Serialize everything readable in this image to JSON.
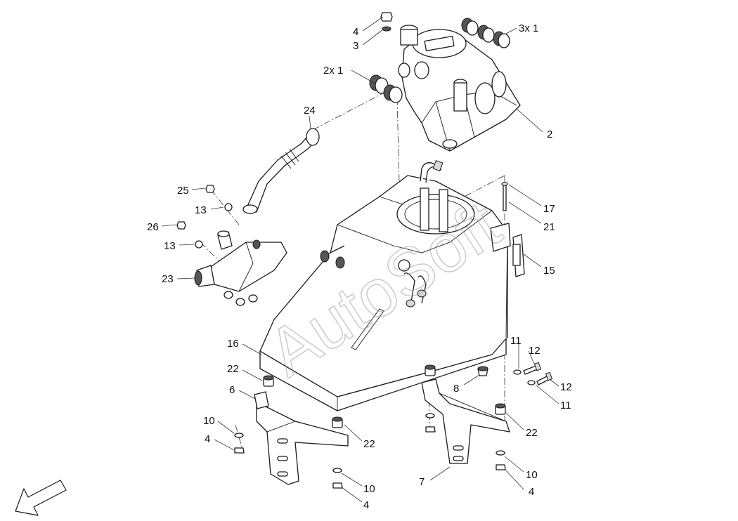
{
  "watermark": "AutoSoft",
  "callouts": {
    "c4a": "4",
    "c3": "3",
    "c3x1": "3x 1",
    "c2x1": "2x  1",
    "c2": "2",
    "c24": "24",
    "c25": "25",
    "c13a": "13",
    "c26": "26",
    "c13b": "13",
    "c23": "23",
    "c17": "17",
    "c21": "21",
    "c15": "15",
    "c16": "16",
    "c22a": "22",
    "c6": "6",
    "c10a": "10",
    "c4b": "4",
    "c22b": "22",
    "c10b": "10",
    "c4c": "4",
    "c11a": "11",
    "c12a": "12",
    "c8": "8",
    "c12b": "12",
    "c11b": "11",
    "c22c": "22",
    "c7": "7",
    "c10c": "10",
    "c4d": "4"
  },
  "icons": {
    "direction": "arrow-down-left-icon"
  }
}
